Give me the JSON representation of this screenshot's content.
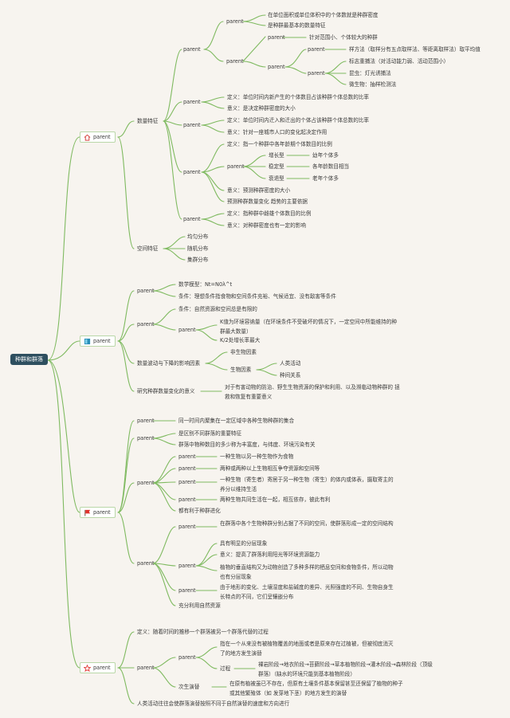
{
  "root": "种群和群落",
  "p": "parent",
  "n": {
    "a1": "在单位面积或单位体积中的个体数就是种群密度",
    "a2": "是种群最基本的数量特征",
    "a3": "针对范围小、个体较大的种群",
    "a4": "样方法（取样分有五点取样法、等距离取样法）取平均值",
    "a5": "标志重捕法（对活动能力弱、活动范围小）",
    "a6": "昆虫：灯光诱捕法",
    "a7": "微生物：抽样检测法",
    "a8": "定义：单位时间内新产生的个体数目占该种群个体总数的比率",
    "a9": "意义：是决定种群密度的大小",
    "a10": "定义：单位时间内迁入和迁出的个体占该种群个体总数的比率",
    "a11": "意义：针对一座城市人口的变化起决定作用",
    "a12": "定义：指一个种群中各年龄期个体数目的比例",
    "a13": "增长型",
    "a14": "幼年个体多",
    "a15": "稳定型",
    "a16": "各年龄数目相当",
    "a17": "衰退型",
    "a18": "老年个体多",
    "a19": "意义：预测种群密度的大小",
    "a20": "预测种群数量变化 趋势的主要依据",
    "a21": "定义：指种群中雌雄个体数目的比例",
    "a22": "意义：对种群密度也有一定的影响",
    "a23": "数量特征",
    "a24": "空间特征",
    "a25": "均匀分布",
    "a26": "随机分布",
    "a27": "集群分布",
    "b1": "数学模型：Nt=N0λ^t",
    "b2": "条件：理想条件指食物和空间条件充裕、气候适宜、没有敌害等条件",
    "b3": "条件：自然资源和空间总是有限的",
    "b4": "K值为环境容纳量（在环境条件不受破坏的情况下，一定空间中所能维持的种群最大数量）",
    "b5": "K/2处增长率最大",
    "b6": "数量波动与下降的影响因素",
    "b7": "非生物因素",
    "b8": "生物因素",
    "b9": "人类活动",
    "b10": "种间关系",
    "b11": "研究种群数量变化的意义",
    "b12": "对于有害动物的防治、野生生物资源的保护和利用、以及濒临动物种群的 拯救和恢复有重要意义",
    "c1": "同一时间内聚集在一定区域中各种生物种群的集合",
    "c2": "是区别不同群落的重要特征",
    "c3": "群落中物种数目的多少称为丰富度，与纬度、环境污染有关",
    "c4": "一种生物以另一种生物作为食物",
    "c5": "两种或两种以上生物相互争夺资源和空间等",
    "c6": "一种生物（寄生者）寄居于另一种生物（寄生）的体内或体表，摄取寄主的养分以维持生活",
    "c7": "两种生物共同生活在一起，相互依存，彼此有利",
    "c8": "都有利于种群进化",
    "c9": "在群落中各个生物种群分别占据了不同的空间，使群落形成一定的空间结构",
    "c10": "具有明显的分层现象",
    "c11": "意义：提高了群落利用阳光等环境资源能力",
    "c12": "植物的垂直结构又为动物创造了多种多样的栖息空间和食物条件，所以动物也有分层现象",
    "c13": "由于地形的变化、土壤湿度和盐碱度的差异、光照强度的不同、生物自身生长特点的不同，它们呈镶嵌分布",
    "c14": "充分利用自然资源",
    "d1": "定义：随着时间的推移一个群落被另一个群落代替的过程",
    "d2": "指在一个从来没有被植物覆盖的地面或者是原来存在过植被，但被彻底消灭了的地方发生演替",
    "d3": "过程",
    "d4": "裸岩阶段→地衣阶段→苔藓阶段→草本植物阶段→灌木阶段→森林阶段（顶级群落）（缺水的环境只能到基本植物阶段）",
    "d5": "次生演替",
    "d6": "在原有植被虽已不存在，但原有土壤条件基本保留甚至还保留了植物的种子或其他繁殖体（如 发芽地下茎）的地方发生的演替",
    "d7": "人类活动往往会使群落演替按照不同于自然演替的速度和方向进行"
  },
  "colors": {
    "line": "#7fba60",
    "rootBg": "#2e4f5f",
    "bg": "#f7f4ef"
  },
  "icons": [
    "house-icon",
    "book-icon",
    "flag-icon",
    "star-icon"
  ]
}
